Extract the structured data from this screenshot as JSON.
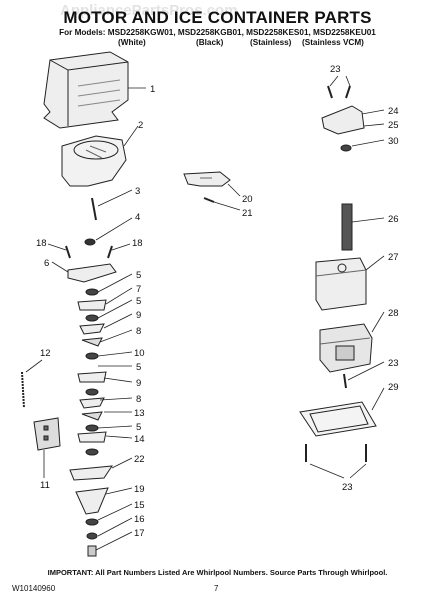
{
  "title": "MOTOR AND ICE CONTAINER PARTS",
  "watermark": "AppliancePartsPros.com",
  "models_line": "For Models: MSD2258KGW01, MSD2258KGB01, MSD2258KES01, MSD2258KEU01",
  "finishes": [
    "(White)",
    "(Black)",
    "(Stainless)",
    "(Stainless VCM)"
  ],
  "callouts": [
    "1",
    "2",
    "3",
    "4",
    "18",
    "18",
    "6",
    "5",
    "7",
    "5",
    "9",
    "8",
    "10",
    "5",
    "9",
    "8",
    "13",
    "5",
    "14",
    "22",
    "19",
    "15",
    "16",
    "17",
    "12",
    "11",
    "20",
    "21",
    "23",
    "24",
    "25",
    "30",
    "26",
    "27",
    "28",
    "23",
    "29",
    "23"
  ],
  "footer_note": "IMPORTANT: All Part Numbers Listed Are Whirlpool Numbers. Source Parts Through Whirlpool.",
  "doc_number": "W10140960",
  "page_number": "7"
}
